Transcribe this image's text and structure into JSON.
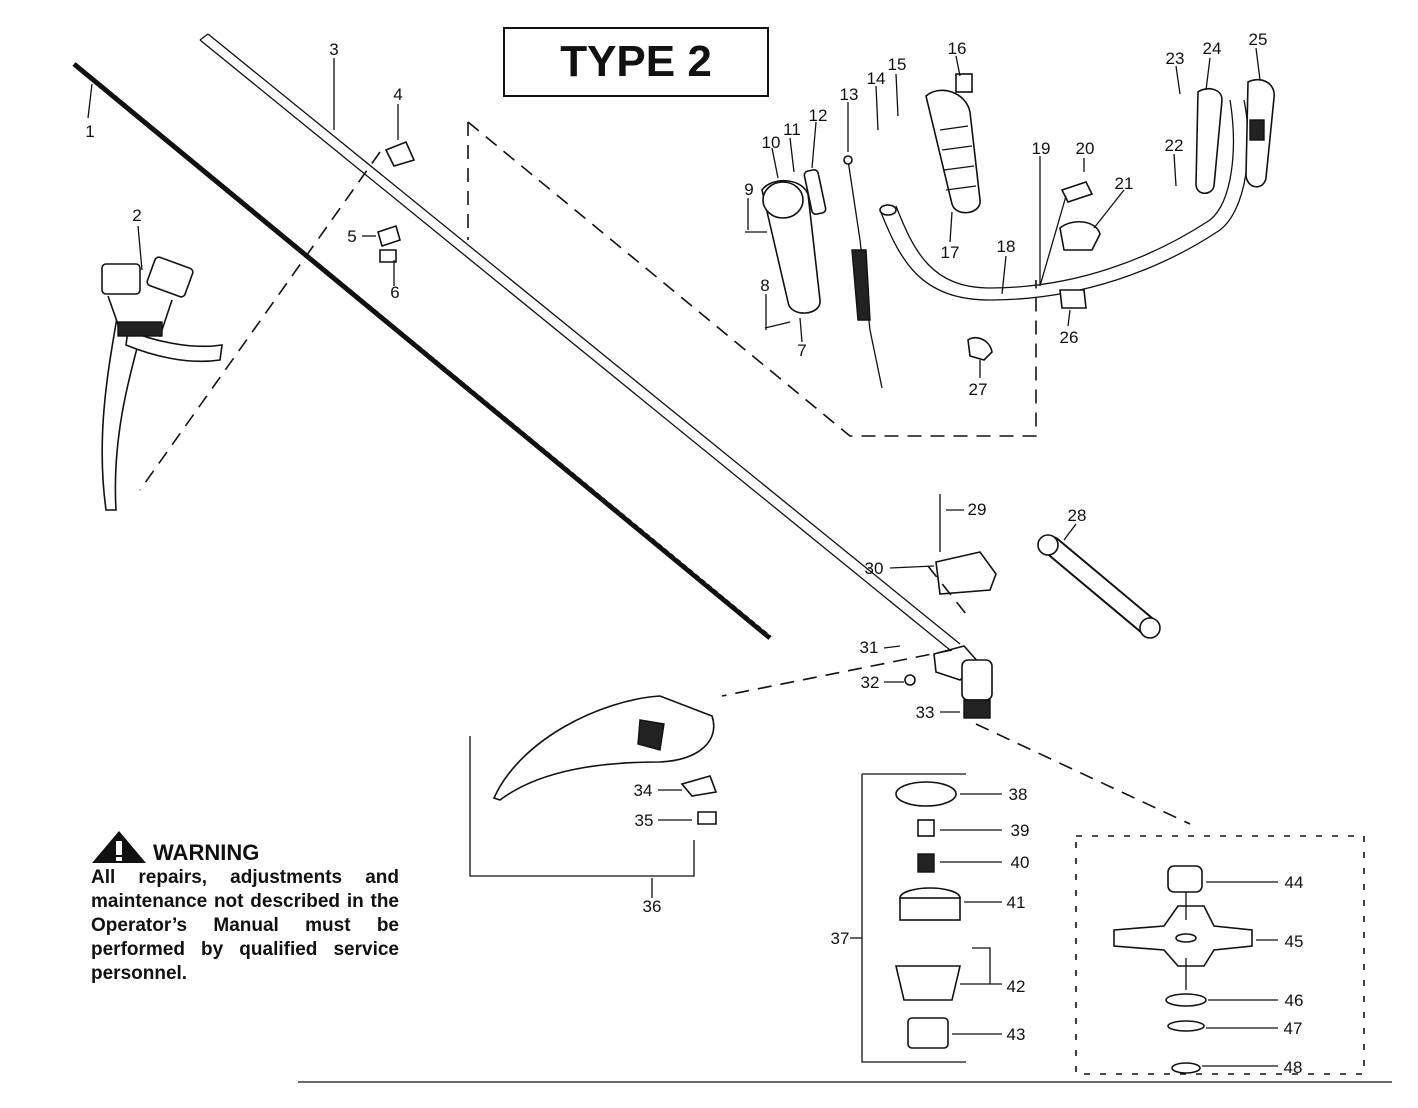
{
  "title": "TYPE 2",
  "warning": {
    "heading": "WARNING",
    "body": "All repairs, adjustments and maintenance not described in the Operator’s Manual must be performed by qualified service personnel."
  },
  "callouts": [
    "1",
    "2",
    "3",
    "4",
    "5",
    "6",
    "7",
    "8",
    "9",
    "10",
    "11",
    "12",
    "13",
    "14",
    "15",
    "16",
    "17",
    "18",
    "19",
    "20",
    "21",
    "22",
    "23",
    "24",
    "25",
    "26",
    "27",
    "28",
    "29",
    "30",
    "31",
    "32",
    "33",
    "34",
    "35",
    "36",
    "37",
    "38",
    "39",
    "40",
    "41",
    "42",
    "43",
    "44",
    "45",
    "46",
    "47",
    "48"
  ]
}
